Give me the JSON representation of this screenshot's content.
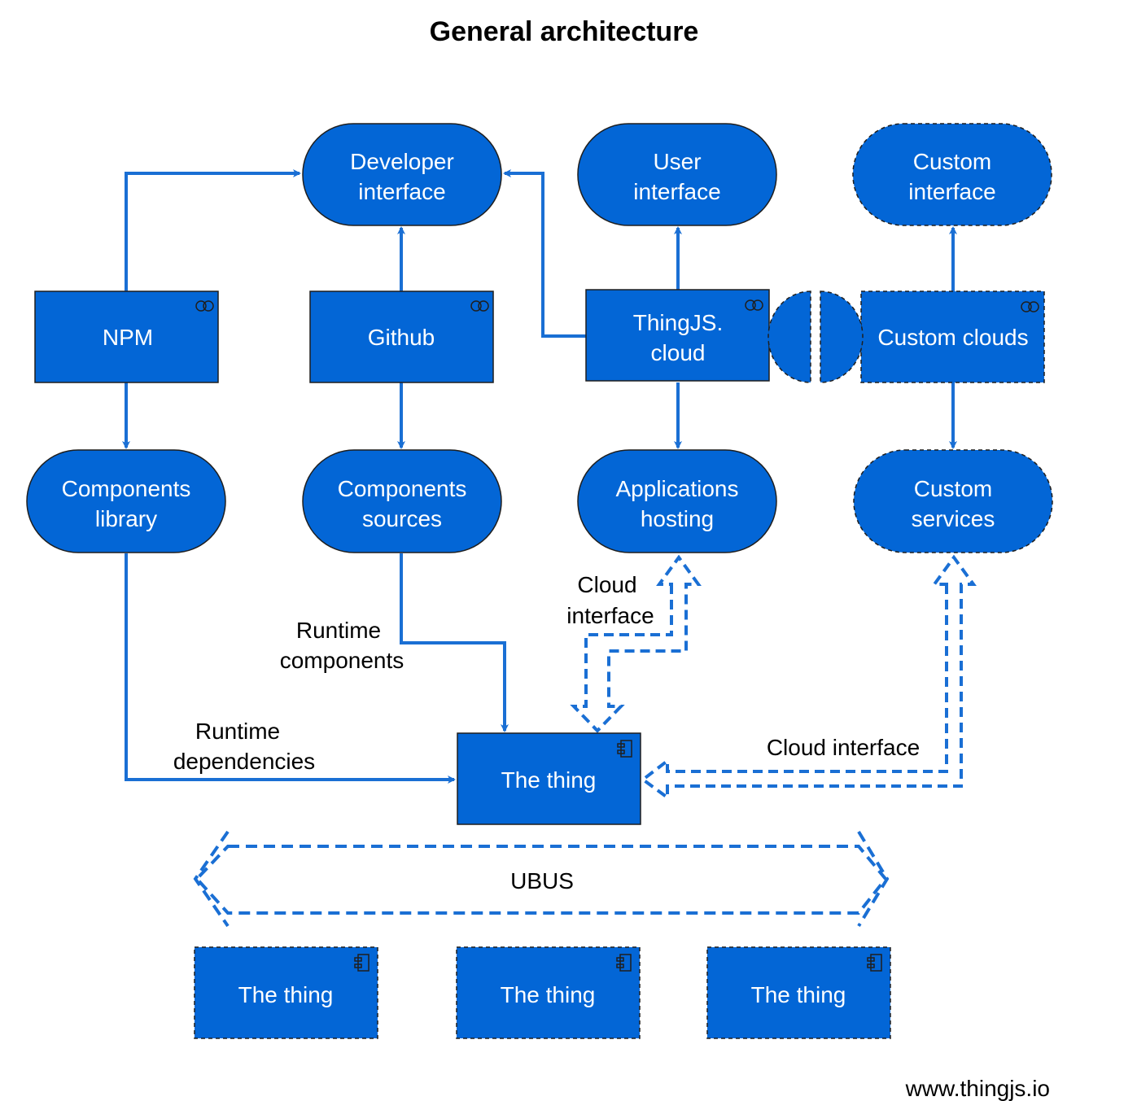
{
  "title": "General architecture",
  "footer": "www.thingjs.io",
  "colors": {
    "fill": "#0366d6",
    "stroke": "#1f1f1f",
    "edge": "#1a6fd4"
  },
  "nodes": {
    "developer_interface": {
      "line1": "Developer",
      "line2": "interface"
    },
    "user_interface": {
      "line1": "User",
      "line2": "interface"
    },
    "custom_interface": {
      "line1": "Custom",
      "line2": "interface"
    },
    "npm": {
      "label": "NPM",
      "icon": "collaboration-icon"
    },
    "github": {
      "label": "Github",
      "icon": "collaboration-icon"
    },
    "thingjs_cloud": {
      "line1": "ThingJS.",
      "line2": "cloud",
      "icon": "collaboration-icon"
    },
    "custom_clouds": {
      "label": "Custom clouds",
      "icon": "collaboration-icon"
    },
    "components_library": {
      "line1": "Components",
      "line2": "library"
    },
    "components_sources": {
      "line1": "Components",
      "line2": "sources"
    },
    "applications_hosting": {
      "line1": "Applications",
      "line2": "hosting"
    },
    "custom_services": {
      "line1": "Custom",
      "line2": "services"
    },
    "the_thing_main": {
      "label": "The thing",
      "icon": "component-icon"
    },
    "the_thing_1": {
      "label": "The thing",
      "icon": "component-icon"
    },
    "the_thing_2": {
      "label": "The thing",
      "icon": "component-icon"
    },
    "the_thing_3": {
      "label": "The thing",
      "icon": "component-icon"
    }
  },
  "edges": {
    "runtime_components": {
      "line1": "Runtime",
      "line2": "components"
    },
    "runtime_dependencies": {
      "line1": "Runtime",
      "line2": "dependencies"
    },
    "cloud_interface_left": {
      "line1": "Cloud",
      "line2": "interface"
    },
    "cloud_interface_right": {
      "label": "Cloud interface"
    }
  },
  "bus": {
    "label": "UBUS"
  }
}
